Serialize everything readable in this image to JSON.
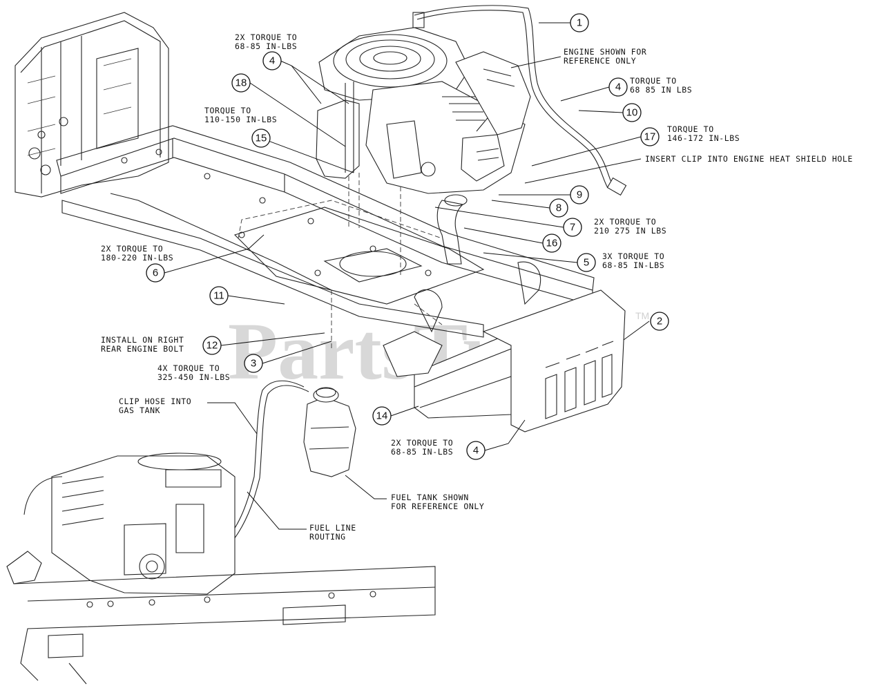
{
  "watermark": {
    "text": "PartsTree",
    "trademark": "TM"
  },
  "annotations": {
    "engine_ref": [
      "ENGINE SHOWN FOR",
      "REFERENCE ONLY"
    ],
    "torque_2x_68_85_top": [
      "2X TORQUE TO",
      "68-85 IN-LBS"
    ],
    "torque_4_68_85": [
      "TORQUE TO",
      "68 85 IN LBS"
    ],
    "torque_17": [
      "TORQUE TO",
      "146-172 IN-LBS"
    ],
    "insert_clip": [
      "INSERT CLIP INTO ENGINE HEAT SHIELD HOLE"
    ],
    "torque_110_150": [
      "TORQUE TO",
      "110-150 IN-LBS"
    ],
    "torque_7": [
      "2X TORQUE TO",
      "210 275 IN LBS"
    ],
    "torque_5": [
      "3X TORQUE TO",
      "68-85 IN-LBS"
    ],
    "torque_6": [
      "2X TORQUE TO",
      "180-220 IN-LBS"
    ],
    "install_right": [
      "INSTALL ON RIGHT",
      "REAR ENGINE BOLT"
    ],
    "torque_3": [
      "4X TORQUE TO",
      "325-450 IN-LBS"
    ],
    "clip_hose": [
      "CLIP HOSE INTO",
      "GAS TANK"
    ],
    "torque_4_bottom": [
      "2X TORQUE TO",
      "68-85 IN-LBS"
    ],
    "fuel_tank_ref": [
      "FUEL TANK SHOWN",
      "FOR REFERENCE ONLY"
    ],
    "fuel_line": [
      "FUEL LINE",
      "ROUTING"
    ]
  },
  "callouts": {
    "c1": "1",
    "c2": "2",
    "c3": "3",
    "c4a": "4",
    "c4b": "4",
    "c4c": "4",
    "c5": "5",
    "c6": "6",
    "c7": "7",
    "c8": "8",
    "c9": "9",
    "c10": "10",
    "c11": "11",
    "c12": "12",
    "c14": "14",
    "c15": "15",
    "c16": "16",
    "c17": "17",
    "c18": "18"
  }
}
